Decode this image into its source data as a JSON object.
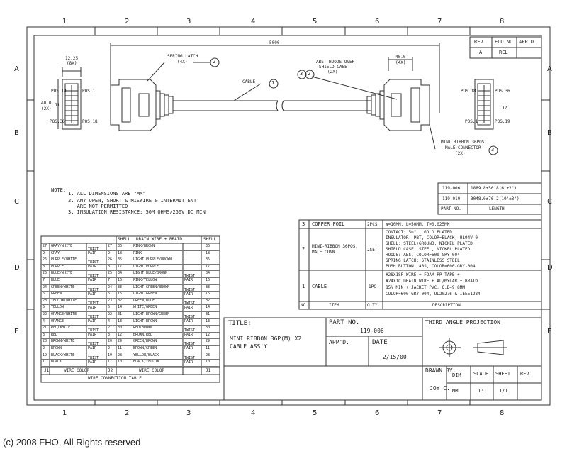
{
  "border": {
    "col_labels": [
      "1",
      "2",
      "3",
      "4",
      "5",
      "6",
      "7",
      "8"
    ],
    "row_labels": [
      "A",
      "B",
      "C",
      "D",
      "E"
    ]
  },
  "rev_block": {
    "headers": [
      "REV",
      "ECO NO",
      "APP'D"
    ],
    "row": [
      "A",
      "REL",
      ""
    ]
  },
  "drawing": {
    "dim_overall": "5000",
    "dim_width_left": "12.25",
    "dim_width_left_sub": "(8X)",
    "dim_height_left": "40.0",
    "dim_height_left_sub": "(2X)",
    "dim_right": "40.0",
    "dim_right_sub": "(4X)",
    "spring_latch": "SPRING LATCH",
    "spring_latch_sub": "(4X)",
    "cable_label": "CABLE",
    "abs_hoods_1": "ABS. HOODS OVER",
    "abs_hoods_2": "SHIELD CASE",
    "abs_hoods_3": "(2X)",
    "mini_ribbon_1": "MINI RIBBON 36POS.",
    "mini_ribbon_2": "MALE CONNECTOR",
    "mini_ribbon_3": "(2X)",
    "j1": "J1",
    "j2": "J2",
    "pos19_l": "POS.19",
    "pos1_l": "POS.1",
    "pos36_l": "POS.36",
    "pos18_l": "POS.18",
    "pos18_r": "POS.18",
    "pos36_r": "POS.36",
    "pos1_r": "POS.1",
    "pos19_r": "POS.19",
    "balloon_1": "1",
    "balloon_2": "2",
    "balloon_3": "3"
  },
  "notes": {
    "heading": "NOTE:",
    "lines": [
      "1. ALL DIMENSIONS ARE \"MM\"",
      "2. ANY OPEN, SHORT & MISWIRE & INTERMITTENT",
      "   ARE NOT PERMITTED",
      "3. INSULATION RESISTANCE: 50M OHMS/250V DC MIN"
    ]
  },
  "length_table": {
    "rows": [
      [
        "119-006",
        "1889.8±50.8(6'±2\")"
      ],
      [
        "119-010",
        "3048.0±76.2(10'±3\")"
      ],
      [
        "PART NO.",
        "LENGTH"
      ]
    ]
  },
  "bom": {
    "rows": [
      {
        "no": "3",
        "item": "COPPER FOIL",
        "qty": "2PCS",
        "desc": [
          "W=10MM, L=50MM, T=0.025MM"
        ]
      },
      {
        "no": "2",
        "item": "MINI-RIBBON 36POS.\nMALE CONN.",
        "qty": "2SET",
        "desc": [
          "CONTACT: 5u\" , GOLD PLATED",
          "INSULATOR: PBT, COLOR=BLACK, UL94V-0",
          "SHELL: STEEL+GROUND, NICKEL PLATED",
          "SHIELD CASE: STEEL, NICKEL PLATED",
          "HOODS: ABS, COLOR=600-GRY-004",
          "SPRING LATCH: STAINLESS STEEL",
          "PUSH BUTTON: ABS, COLOR=600-GRY-004"
        ]
      },
      {
        "no": "1",
        "item": "CABLE",
        "qty": "1PC",
        "desc": [
          "#28X18P WIRE + FOAM PP TAPE +",
          "#24X1C DRAIN WIRE + AL/MYLAR + BRAID",
          "85% MIN + JACKET PVC, O.D=9.8MM",
          "COLOR=600-GRY-004, UL20276 & IEEE1284"
        ]
      }
    ],
    "headers": [
      "NO.",
      "ITEM",
      "Q'TY",
      "DESCRIPTION"
    ]
  },
  "wire_table": {
    "header_shell": "SHELL",
    "header_drain": "DRAIN WIRE + BRAID",
    "header_shell2": "SHELL",
    "left": [
      [
        "27",
        "GRAY/WHITE"
      ],
      [
        "9",
        "GRAY"
      ],
      [
        "26",
        "PURPLE/WHITE"
      ],
      [
        "8",
        "PURPLE"
      ],
      [
        "25",
        "BLUE/WHITE"
      ],
      [
        "7",
        "BLUE"
      ],
      [
        "24",
        "GREEN/WHITE"
      ],
      [
        "6",
        "GREEN"
      ],
      [
        "23",
        "YELLOW/WHITE"
      ],
      [
        "5",
        "YELLOW"
      ],
      [
        "22",
        "ORANGE/WHITE"
      ],
      [
        "4",
        "ORANGE"
      ],
      [
        "21",
        "RED/WHITE"
      ],
      [
        "3",
        "RED"
      ],
      [
        "20",
        "BROWN/WHITE"
      ],
      [
        "2",
        "BROWN"
      ],
      [
        "19",
        "BLACK/WHITE"
      ],
      [
        "1",
        "BLACK"
      ]
    ],
    "left_j2": [
      "27",
      "9",
      "26",
      "8",
      "25",
      "7",
      "24",
      "6",
      "23",
      "5",
      "22",
      "4",
      "21",
      "3",
      "20",
      "2",
      "19",
      "1"
    ],
    "twist_pair": "TWIST PAIR",
    "right": [
      [
        "36",
        "PINK/BROWN",
        "36"
      ],
      [
        "18",
        "PINK",
        "18"
      ],
      [
        "35",
        "LIGHT PURPLE/BROWN",
        "35"
      ],
      [
        "17",
        "LIGHT PURPLE",
        "17"
      ],
      [
        "34",
        "LIGHT BLUE/BROWN",
        "34"
      ],
      [
        "16",
        "PINK/YELLOW",
        "16"
      ],
      [
        "33",
        "LIGHT GREEN/BROWN",
        "33"
      ],
      [
        "15",
        "LIGHT GREEN",
        "15"
      ],
      [
        "32",
        "GREEN/BLUE",
        "32"
      ],
      [
        "14",
        "WHITE/GREEN",
        "14"
      ],
      [
        "31",
        "LIGHT BROWN/GREEN",
        "31"
      ],
      [
        "13",
        "LIGHT BROWN",
        "13"
      ],
      [
        "30",
        "RED/BROWN",
        "30"
      ],
      [
        "12",
        "BROWN/RED",
        "12"
      ],
      [
        "29",
        "GREEN/BROWN",
        "29"
      ],
      [
        "11",
        "BROWN/GREEN",
        "11"
      ],
      [
        "28",
        "YELLOW/BLACK",
        "28"
      ],
      [
        "10",
        "BLACK/YELLOW",
        "10"
      ]
    ],
    "footer_j1": "J1",
    "footer_color": "WIRE COLOR",
    "footer_j2": "J2",
    "footer_color2": "WIRE COLOR",
    "footer_j1b": "J1",
    "caption": "WIRE CONNECTION TABLE"
  },
  "title_block": {
    "title_label": "TITLE:",
    "title_1": "MINI RIBBON 36P(M) X2",
    "title_2": "CABLE ASS'Y",
    "part_no_label": "PART NO.",
    "part_no": "119-006",
    "appd_label": "APP'D.",
    "date_label": "DATE",
    "date": "2/15/00",
    "projection": "THIRD ANGLE PROJECTION",
    "drawn_by_label": "DRAWN BY:",
    "drawn_by": "JOY C.",
    "dim_label": "DIM",
    "dim": "MM",
    "scale_label": "SCALE",
    "scale": "1:1",
    "sheet_label": "SHEET",
    "sheet": "1/1",
    "rev_label": "REV."
  },
  "copyright": "(c) 2008 FHO, All Rights reserved"
}
